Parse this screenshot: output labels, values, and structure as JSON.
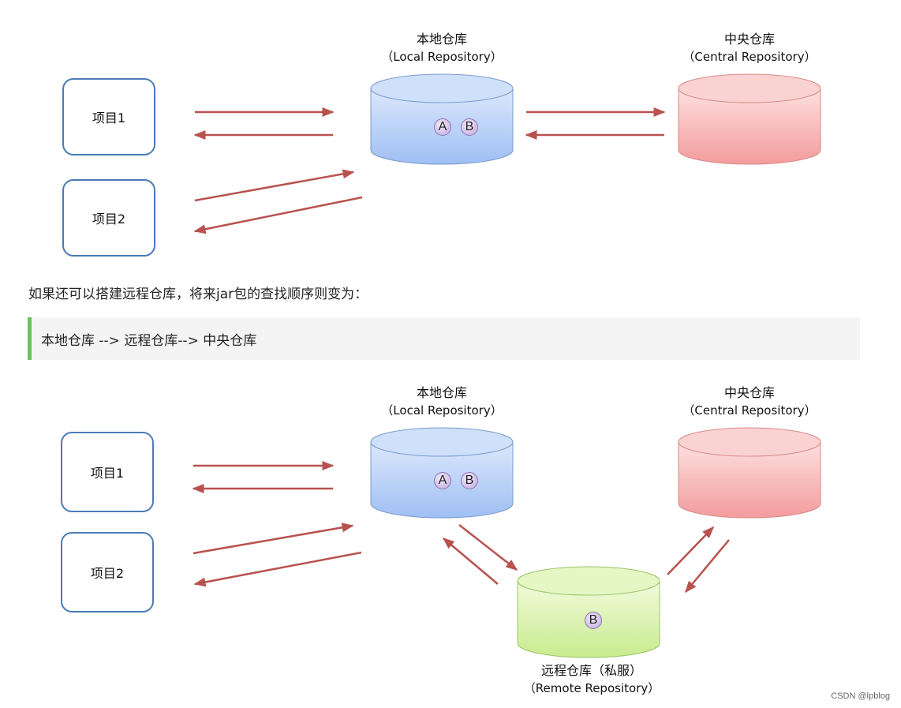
{
  "diagram1": {
    "project1": "项目1",
    "project2": "项目2",
    "local": {
      "title": "本地仓库",
      "subtitle": "（Local Repository）",
      "badges": [
        "A",
        "B"
      ]
    },
    "central": {
      "title": "中央仓库",
      "subtitle": "（Central Repository）"
    }
  },
  "text": {
    "paragraph": "如果还可以搭建远程仓库，将来jar包的查找顺序则变为：",
    "quote": "本地仓库 --> 远程仓库--> 中央仓库"
  },
  "diagram2": {
    "project1": "项目1",
    "project2": "项目2",
    "local": {
      "title": "本地仓库",
      "subtitle": "（Local Repository）",
      "badges": [
        "A",
        "B"
      ]
    },
    "central": {
      "title": "中央仓库",
      "subtitle": "（Central Repository）"
    },
    "remote": {
      "title": "远程仓库（私服）",
      "subtitle": "（Remote Repository）",
      "badges": [
        "B"
      ]
    }
  },
  "watermark": "CSDN @lpblog",
  "colors": {
    "box_border": "#4a7ab8",
    "arrow": "#b8524f",
    "local_cylinder": "#a9c5f5",
    "central_cylinder": "#f6a6a6",
    "remote_cylinder": "#d2f0a0",
    "quote_bar": "#6ac259"
  }
}
